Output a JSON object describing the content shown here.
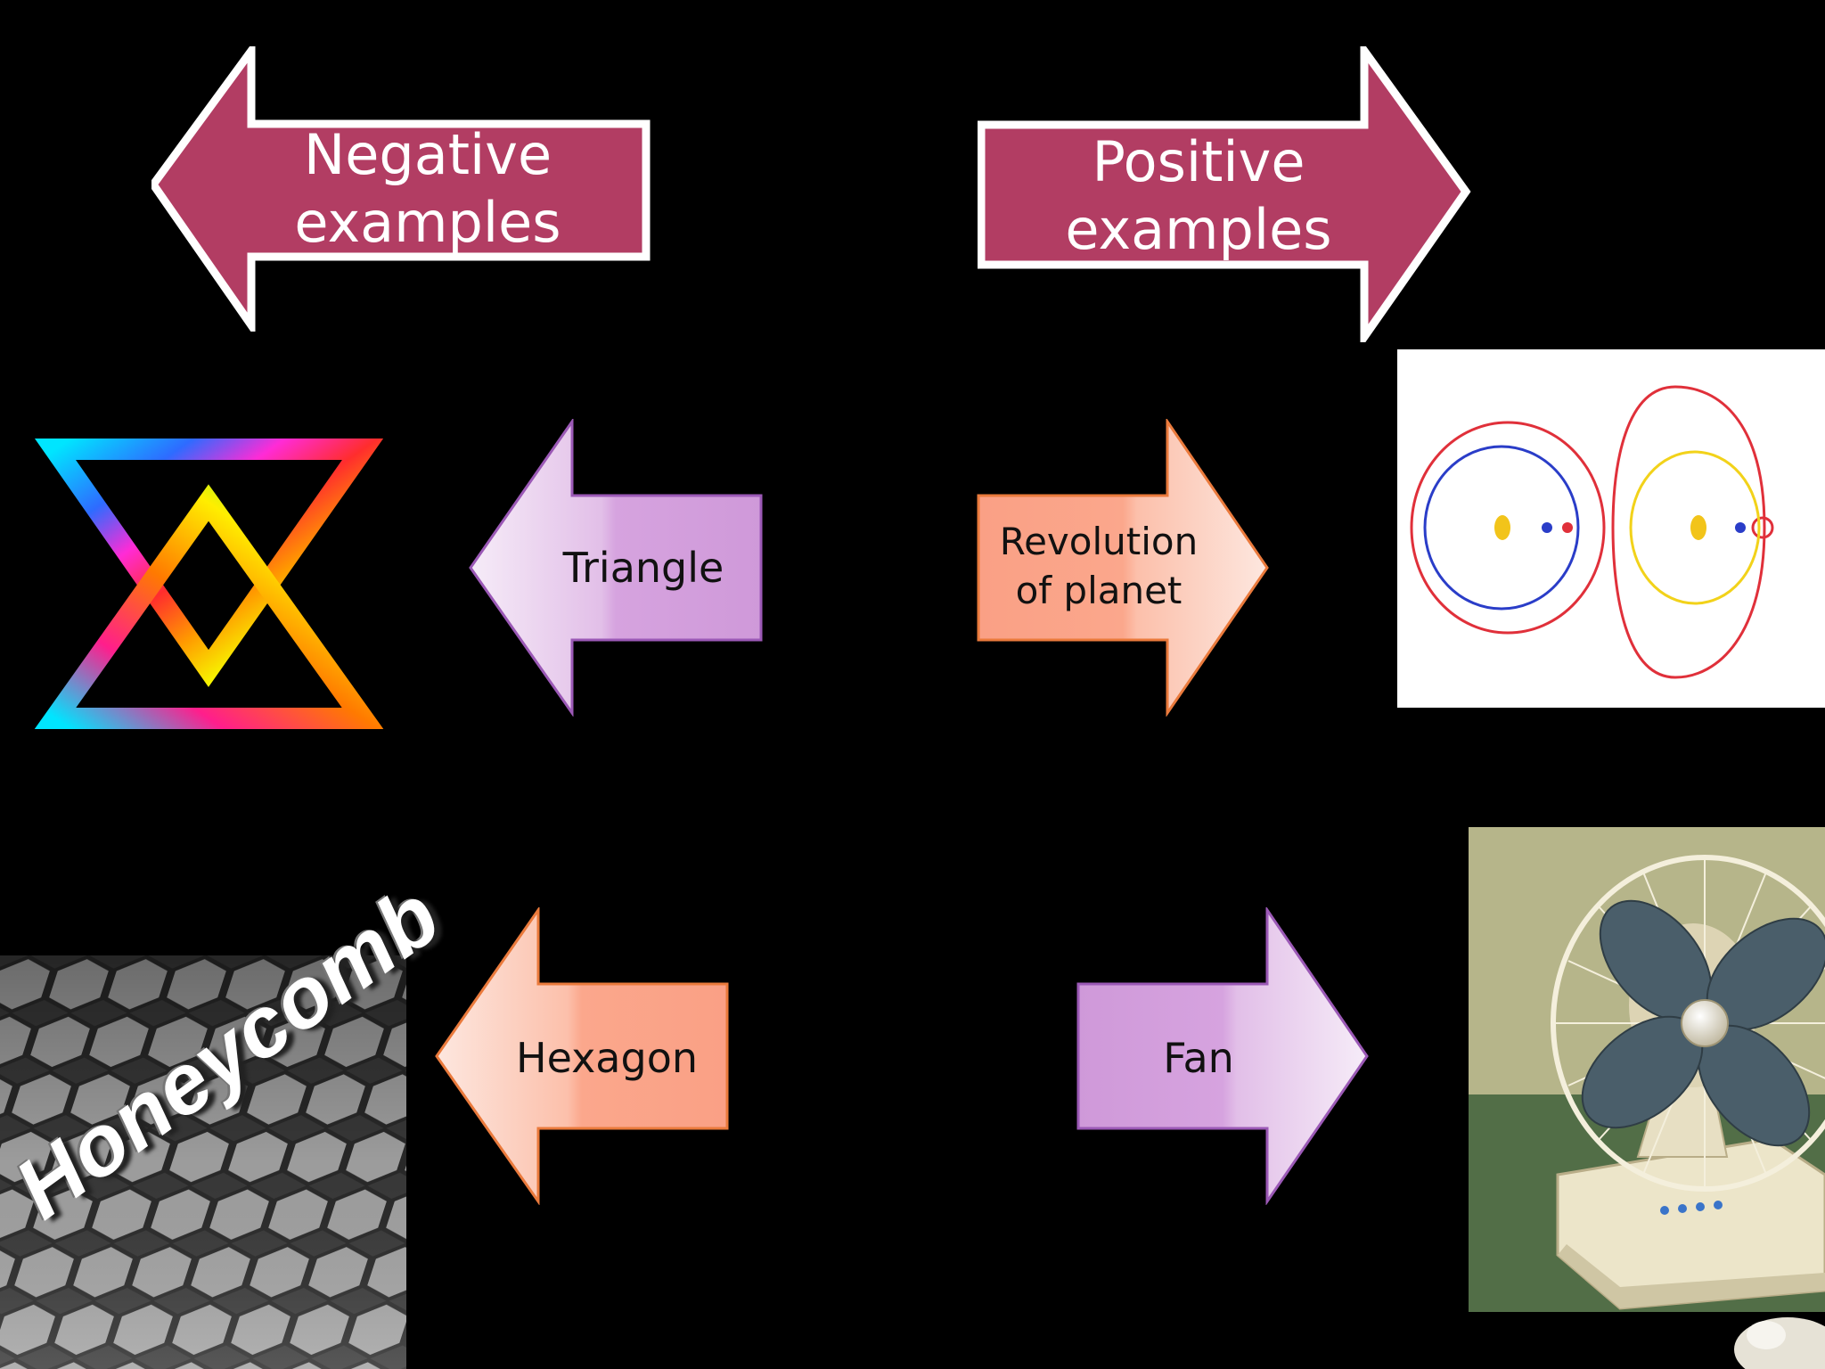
{
  "header": {
    "negative_label": "Negative\nexamples",
    "positive_label": "Positive\nexamples",
    "arrow_color": "#b23d63"
  },
  "negative_examples": [
    {
      "label": "Triangle",
      "image": "rainbow-double-triangle"
    },
    {
      "label": "Hexagon",
      "image": "honeycomb-grid",
      "image_caption": "Honeycomb"
    }
  ],
  "positive_examples": [
    {
      "label": "Revolution\nof planet",
      "image": "orbit-diagram"
    },
    {
      "label": "Fan",
      "image": "electric-fan"
    }
  ],
  "colors": {
    "background": "#000000",
    "lavender": "#d6a3df",
    "salmon": "#fba78c",
    "orbit_red": "#e0303a",
    "orbit_blue": "#2a3dc8",
    "orbit_yellow": "#f2d21a"
  }
}
